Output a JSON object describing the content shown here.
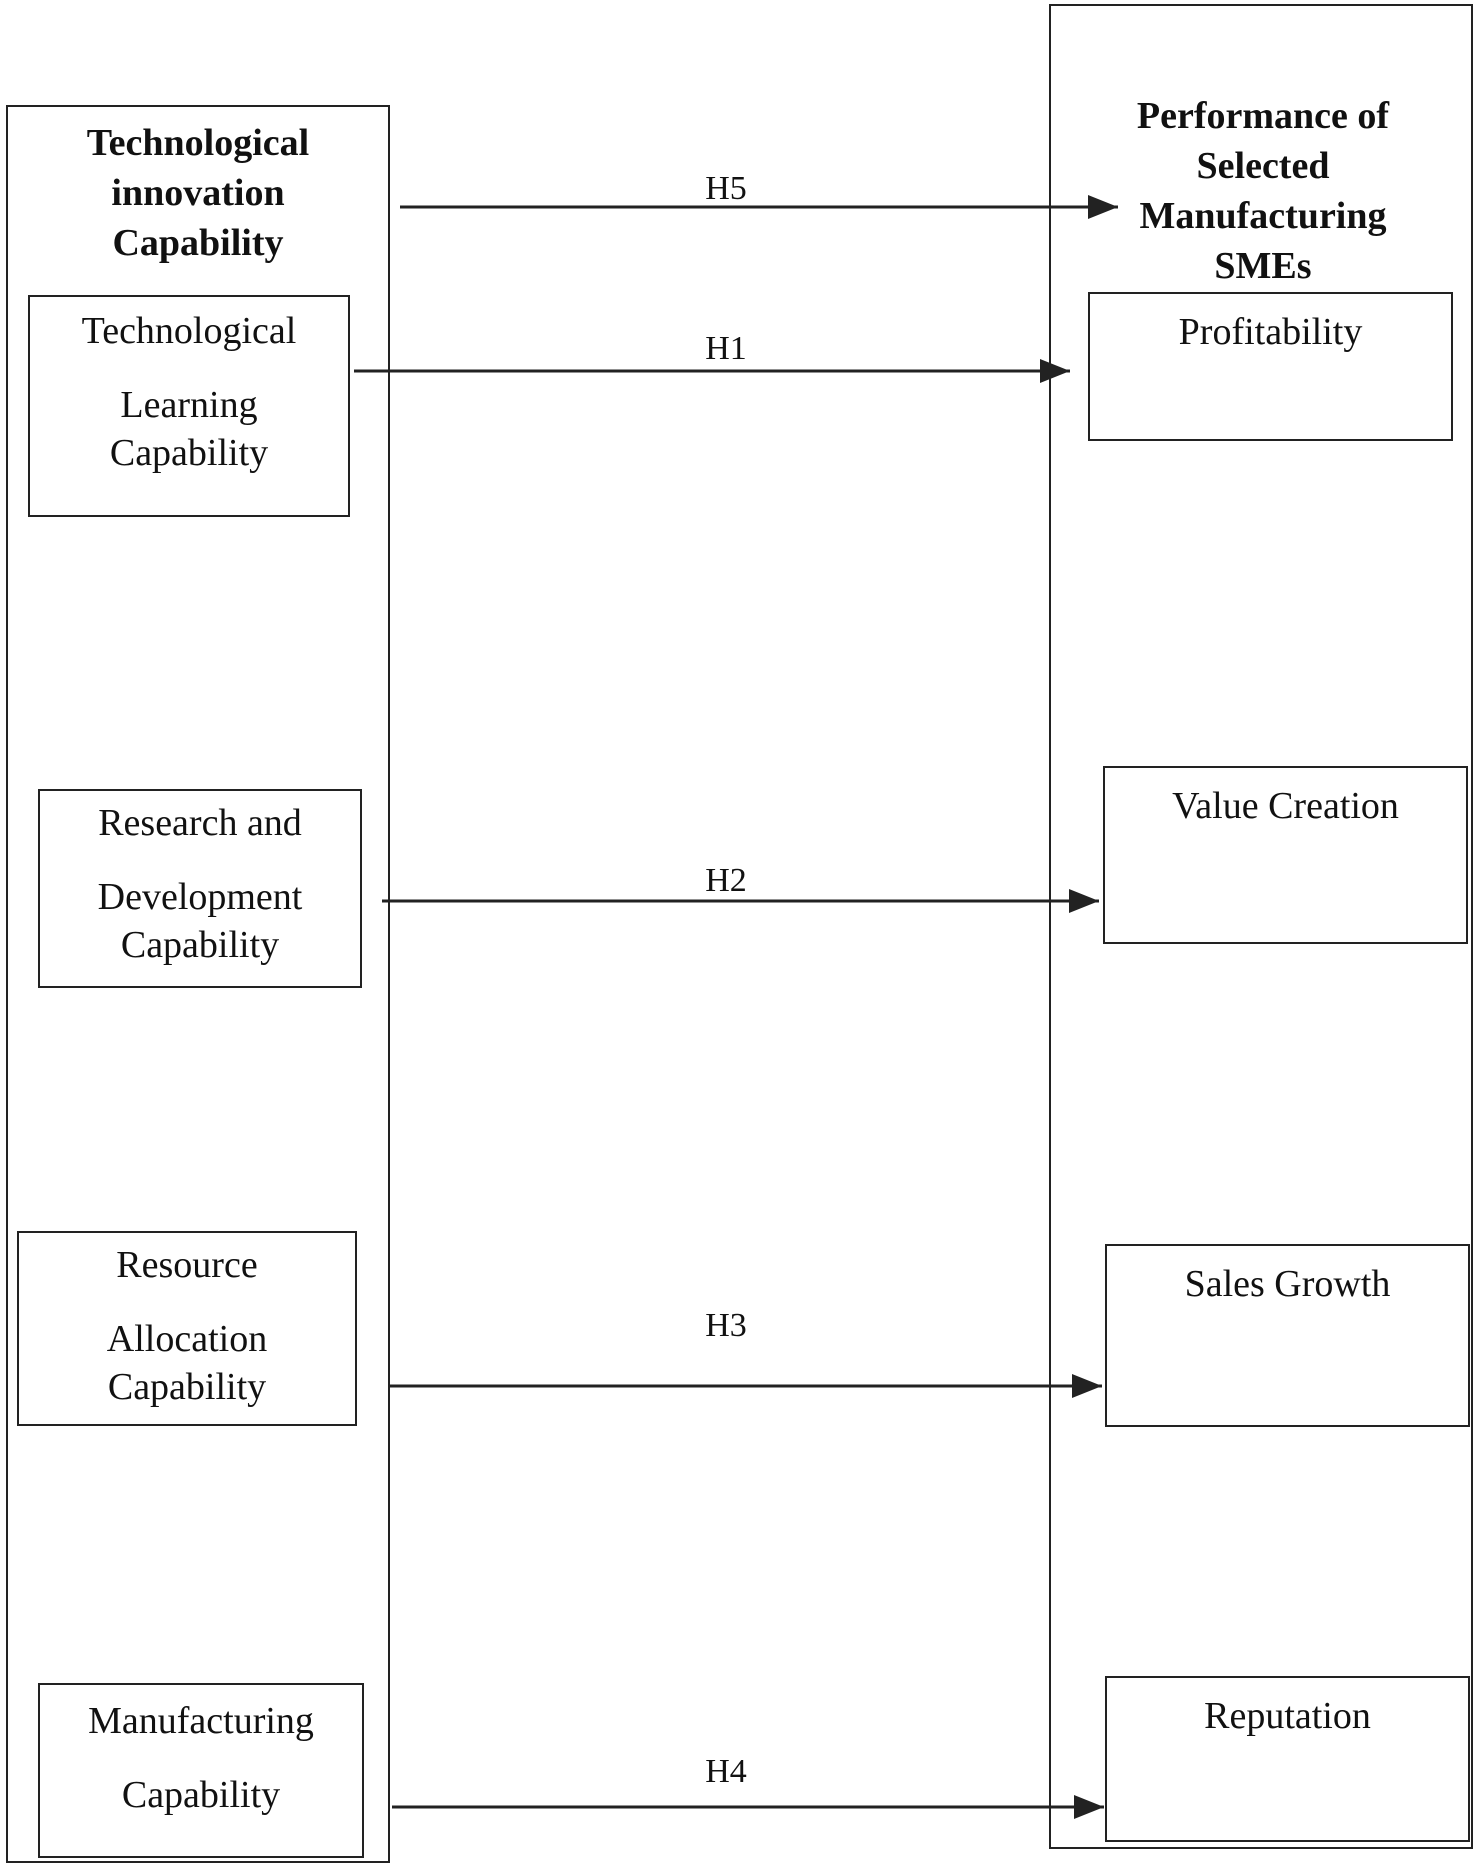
{
  "left_group": {
    "title_lines": [
      "Technological",
      "innovation",
      "Capability"
    ],
    "constructs": [
      {
        "lines": [
          "Technological",
          "Learning",
          "Capability"
        ]
      },
      {
        "lines": [
          "Research and",
          "Development",
          "Capability"
        ]
      },
      {
        "lines": [
          "Resource",
          "Allocation",
          "Capability"
        ]
      },
      {
        "lines": [
          "Manufacturing",
          "Capability"
        ]
      }
    ]
  },
  "right_group": {
    "title_lines": [
      "Performance of",
      "Selected",
      "Manufacturing",
      "SMEs"
    ],
    "outcomes": [
      {
        "label": "Profitability"
      },
      {
        "label": "Value Creation"
      },
      {
        "label": "Sales Growth"
      },
      {
        "label": "Reputation"
      }
    ]
  },
  "hypotheses": [
    {
      "label": "H5",
      "from": "Technological innovation Capability",
      "to": "Performance of Selected Manufacturing SMEs"
    },
    {
      "label": "H1",
      "from": "Technological Learning Capability",
      "to": "Profitability"
    },
    {
      "label": "H2",
      "from": "Research and Development Capability",
      "to": "Value Creation"
    },
    {
      "label": "H3",
      "from": "Resource Allocation Capability",
      "to": "Sales Growth"
    },
    {
      "label": "H4",
      "from": "Manufacturing Capability",
      "to": "Reputation"
    }
  ],
  "colors": {
    "line": "#222222",
    "background": "#ffffff",
    "text": "#111111"
  }
}
